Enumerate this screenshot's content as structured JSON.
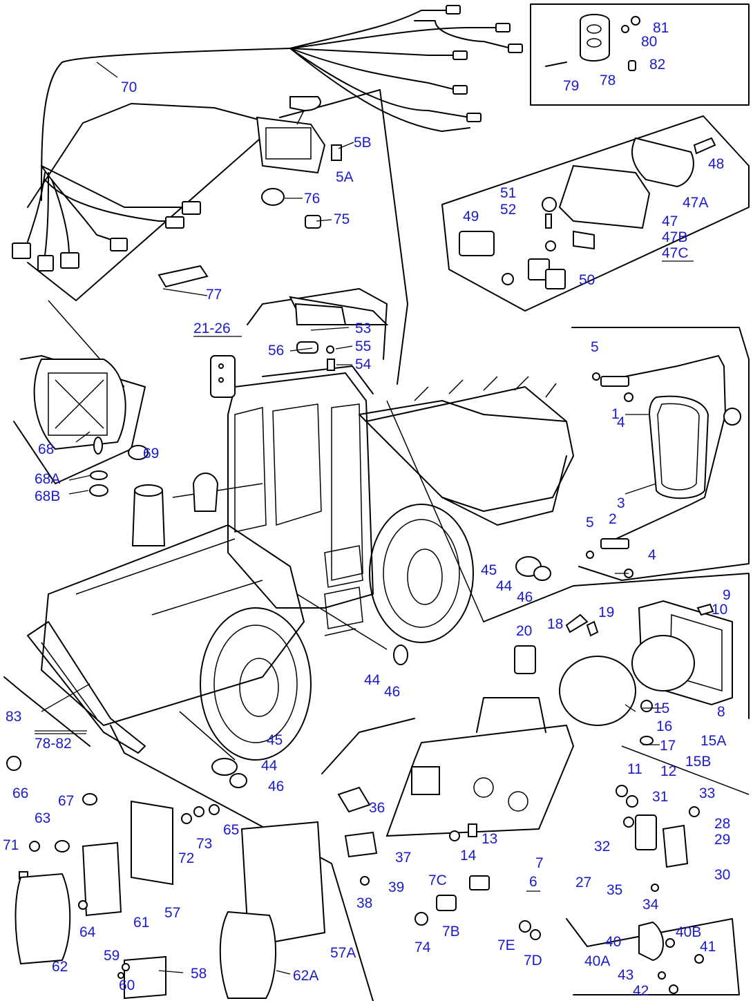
{
  "callouts": [
    "70",
    "81",
    "80",
    "79",
    "78",
    "82",
    "5B",
    "5A",
    "76",
    "75",
    "48",
    "47A",
    "51",
    "52",
    "47",
    "47B",
    "47C",
    "49",
    "50",
    "77",
    "21-26",
    "53",
    "55",
    "56",
    "54",
    "5",
    "4",
    "1",
    "3",
    "2",
    "5",
    "4",
    "68",
    "69",
    "68A",
    "68B",
    "45",
    "44",
    "46",
    "9",
    "10",
    "19",
    "18",
    "20",
    "8",
    "15",
    "16",
    "15A",
    "17",
    "15B",
    "44",
    "46",
    "83",
    "78-82",
    "45",
    "44",
    "46",
    "66",
    "67",
    "63",
    "71",
    "65",
    "73",
    "72",
    "57",
    "64",
    "61",
    "62",
    "59",
    "60",
    "58",
    "62A",
    "57A",
    "36",
    "11",
    "12",
    "31",
    "33",
    "28",
    "29",
    "30",
    "32",
    "27",
    "35",
    "34",
    "13",
    "14",
    "7",
    "6",
    "37",
    "39",
    "38",
    "7C",
    "7B",
    "74",
    "7E",
    "7D",
    "40",
    "40B",
    "41",
    "40A",
    "43",
    "42"
  ]
}
